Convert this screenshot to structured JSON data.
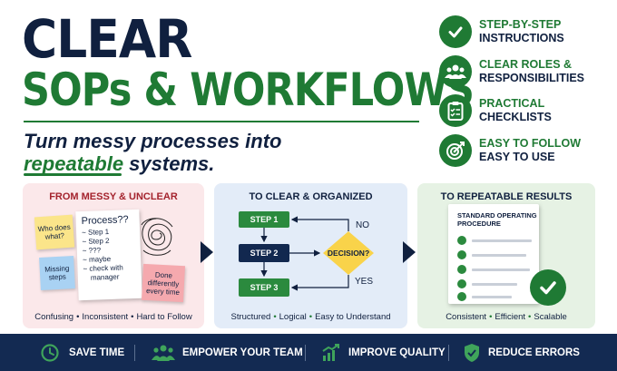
{
  "title": {
    "line1": "CLEAR",
    "line2": "SOPs & WORKFLOWS"
  },
  "tagline": {
    "line1": "Turn messy processes into",
    "highlight": "repeatable",
    "rest": " systems."
  },
  "features": [
    {
      "icon": "check-circle-icon",
      "green": "STEP-BY-STEP",
      "navy": "INSTRUCTIONS"
    },
    {
      "icon": "people-icon",
      "green": "CLEAR ROLES &",
      "navy": "RESPONSIBILITIES"
    },
    {
      "icon": "clipboard-checklist-icon",
      "green": "PRACTICAL",
      "navy": "CHECKLISTS"
    },
    {
      "icon": "target-icon",
      "green": "EASY TO FOLLOW",
      "navy": "EASY TO USE"
    }
  ],
  "panels": {
    "messy": {
      "title": "FROM MESSY & UNCLEAR",
      "stickies": {
        "yellow": "Who does what?",
        "blue": "Missing steps",
        "pink": "Done differently every time"
      },
      "note": {
        "title": "Process??",
        "items": [
          "~ Step 1",
          "~ Step 2",
          "~ ???",
          "~ maybe",
          "~ check with",
          "manager"
        ]
      },
      "footer": [
        "Confusing",
        "Inconsistent",
        "Hard to Follow"
      ]
    },
    "organized": {
      "title": "TO CLEAR & ORGANIZED",
      "steps": [
        "STEP 1",
        "STEP 2",
        "STEP 3"
      ],
      "decision": "DECISION?",
      "no": "NO",
      "yes": "YES",
      "footer": [
        "Structured",
        "Logical",
        "Easy to Understand"
      ]
    },
    "results": {
      "title": "TO REPEATABLE RESULTS",
      "doc_title_1": "STANDARD OPERATING",
      "doc_title_2": "PROCEDURE",
      "footer": [
        "Consistent",
        "Efficient",
        "Scalable"
      ]
    }
  },
  "bottom_bar": [
    {
      "icon": "clock-icon",
      "label": "SAVE TIME"
    },
    {
      "icon": "team-icon",
      "label": "EMPOWER YOUR TEAM"
    },
    {
      "icon": "chart-up-icon",
      "label": "IMPROVE QUALITY"
    },
    {
      "icon": "shield-check-icon",
      "label": "REDUCE ERRORS"
    }
  ],
  "colors": {
    "navy": "#10203f",
    "green": "#1f7a34",
    "bottom_bar": "#132a52"
  }
}
